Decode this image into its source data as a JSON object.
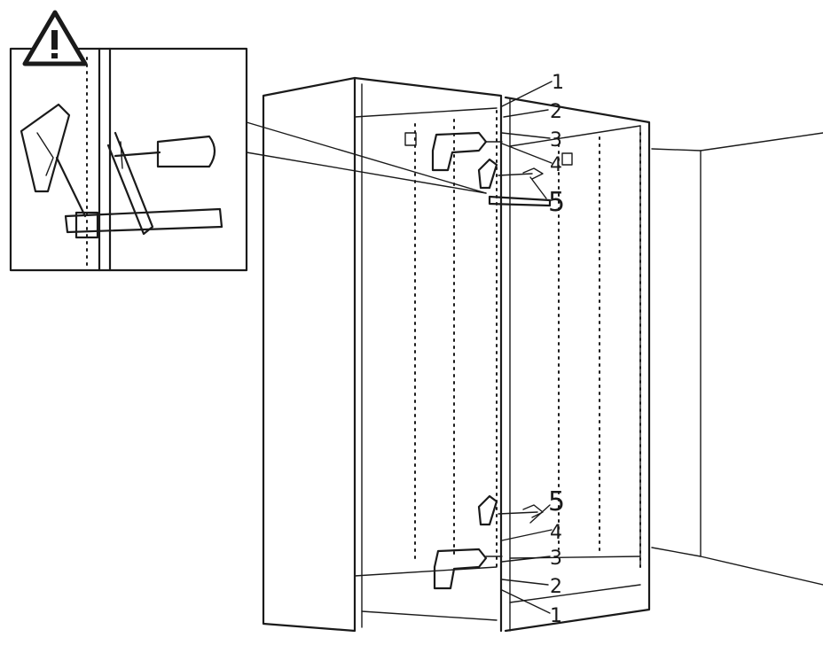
{
  "callouts": {
    "top": [
      "1",
      "2",
      "3",
      "4",
      "5"
    ],
    "bottom": [
      "5",
      "4",
      "3",
      "2",
      "1"
    ]
  },
  "warning_icon": "warning-triangle-icon",
  "colors": {
    "ink": "#1a1a1a",
    "background": "#ffffff"
  }
}
